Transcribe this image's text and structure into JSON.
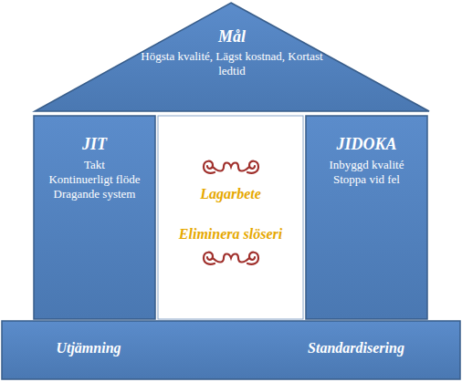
{
  "diagram": {
    "nodes": [
      {
        "text": [
          "Mål",
          "Högsta kvalité, Lägst kostnad, Kortast ledtid"
        ]
      },
      {
        "text": [
          "JIT",
          "Takt",
          "Kontinuerligt flöde",
          "Dragande system"
        ]
      },
      {
        "text": [
          "Lagarbete",
          "Eliminera slöseri"
        ]
      },
      {
        "text": [
          "JIDOKA",
          "Inbyggd kvalité",
          "Stoppa vid fel"
        ]
      },
      {
        "text": [
          "Utjämning",
          "Standardisering"
        ]
      }
    ]
  }
}
